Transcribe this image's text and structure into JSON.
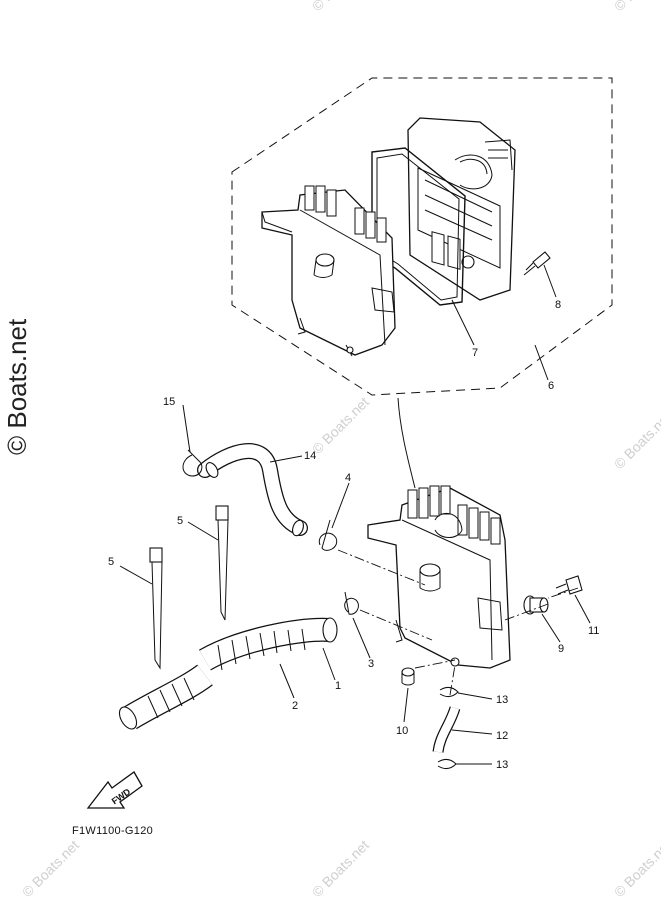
{
  "callouts": {
    "c1": "1",
    "c2": "2",
    "c3": "3",
    "c4": "4",
    "c5a": "5",
    "c5b": "5",
    "c6": "6",
    "c7": "7",
    "c8": "8",
    "c9": "9",
    "c10": "10",
    "c11": "11",
    "c12": "12",
    "c13a": "13",
    "c13b": "13",
    "c14": "14",
    "c15": "15"
  },
  "diagram_code": "F1W1100-G120",
  "fwd_label": "FWD",
  "watermark": {
    "main": "© Boats.net",
    "small": "© Boats.net"
  },
  "colors": {
    "line": "#111111",
    "watermark": "#cfcfcf"
  }
}
